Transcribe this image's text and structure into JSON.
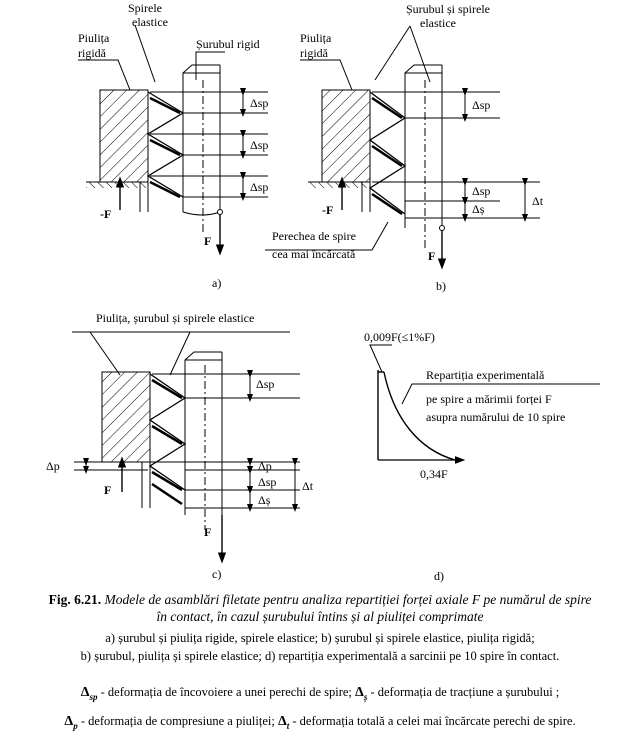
{
  "figure": {
    "a": {
      "label_nut_1": "Piulița",
      "label_nut_2": "rigidă",
      "label_thread_1": "Spirele",
      "label_thread_2": "elastice",
      "label_screw": "Șurubul rigid",
      "d1": "Δsp",
      "d2": "Δsp",
      "d3": "Δsp",
      "force_nut": "-F",
      "force_screw": "F",
      "sub": "a)"
    },
    "b": {
      "label_nut_1": "Piulița",
      "label_nut_2": "rigidă",
      "label_screw_1": "Șurubul și spirele",
      "label_screw_2": "elastice",
      "d1": "Δsp",
      "d2": "Δsp",
      "d3": "Δș",
      "d_total": "Δt",
      "force_nut": "-F",
      "force_screw": "F",
      "pair_1": "Perechea de spire",
      "pair_2": "cea mai încărcată",
      "sub": "b)"
    },
    "c": {
      "label_all": "Piulița, șurubul și spirele elastice",
      "d1": "Δsp",
      "dp_left": "Δp",
      "dp": "Δp",
      "dsp": "Δsp",
      "ds": "Δș",
      "d_total": "Δt",
      "force_nut": "F",
      "force_screw": "F",
      "sub": "c)"
    },
    "d": {
      "peak": "0,009F(≤1%F)",
      "desc_1": "Repartiția experimentală",
      "desc_2": "pe spire a mărimii forței F",
      "desc_3": "asupra numărului de 10 spire",
      "value": "0,34F",
      "sub": "d)"
    }
  },
  "caption": {
    "fig_no": "Fig. 6.21.",
    "title_1": "Modele de asamblări filetate pentru analiza repartiției forței axiale F pe numărul de spire",
    "title_2": "în contact, în cazul șurubului întins și al piuliței comprimate",
    "line_1": "a)    șurubul și piulița rigide, spirele elastice; b) șurubul și spirele elastice, piulița rigidă;",
    "line_2": "b)    șurubul, piulița și spirele elastice; d) repartiția experimentală a sarcinii pe 10 spire în contact."
  },
  "legend": {
    "sym_sp": "sp",
    "def_sp": " - deformația de încovoiere a unei perechi de spire; ",
    "sym_s": "ș",
    "def_s": " - deformația de tracțiune a șurubului ;",
    "sym_p": "p",
    "def_p": " - deformația de compresiune a piuliței; ",
    "sym_t": "t",
    "def_t": " - deformația totală a celei mai încărcate perechi de spire."
  }
}
